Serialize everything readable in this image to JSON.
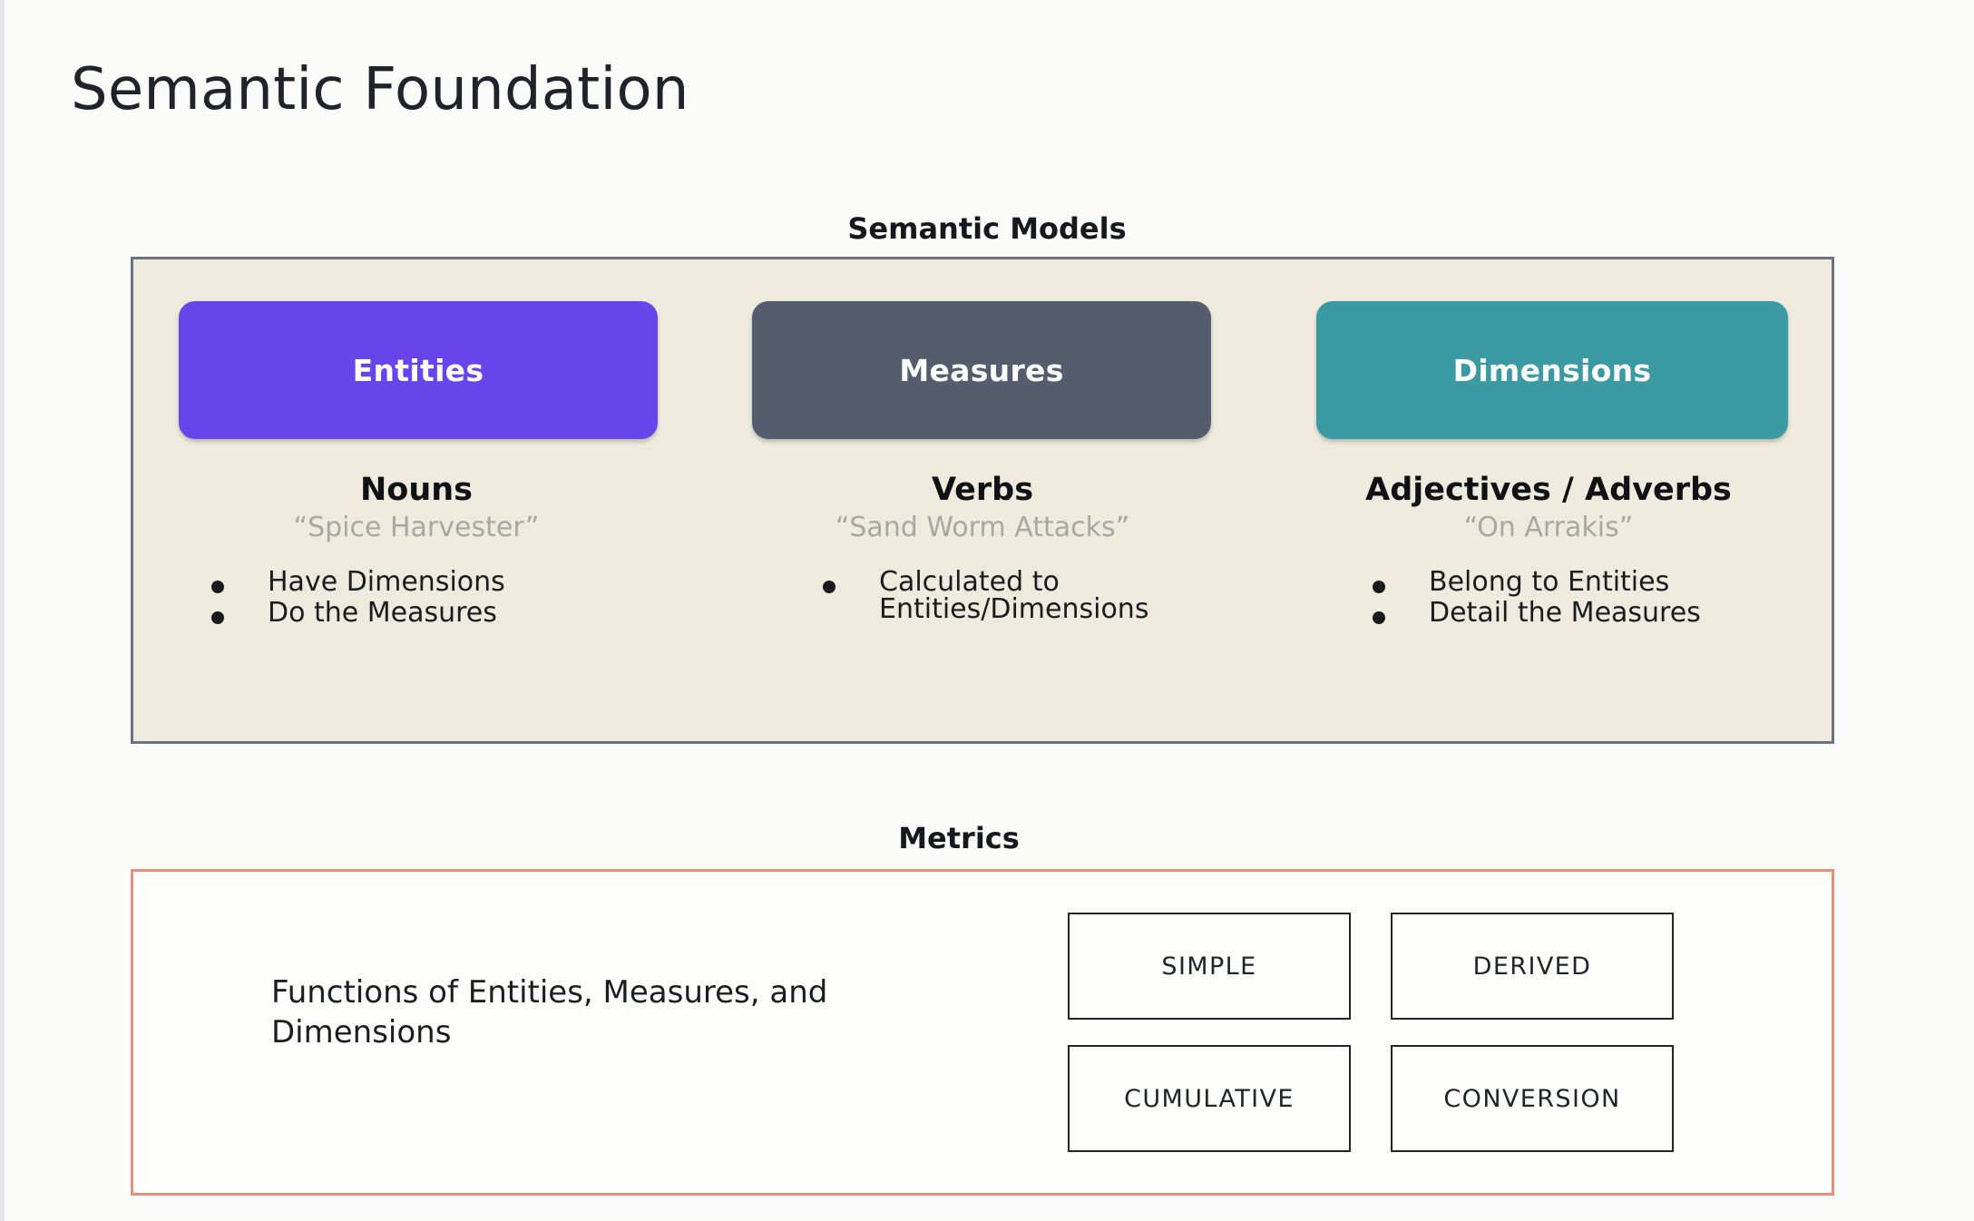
{
  "page": {
    "title": "Semantic Foundation",
    "background_color": "#fbfbfa"
  },
  "semantic_models": {
    "label": "Semantic Models",
    "panel_fill": "#eeebde",
    "panel_border": "#6c727f",
    "columns": [
      {
        "pill_label": "Entities",
        "pill_color": "#6646ea",
        "heading": "Nouns",
        "quote": "“Spice Harvester”",
        "bullets": [
          "Have Dimensions",
          "Do the Measures"
        ]
      },
      {
        "pill_label": "Measures",
        "pill_color": "#545c6d",
        "heading": "Verbs",
        "quote": "“Sand Worm Attacks”",
        "bullets": [
          "Calculated to Entities/Dimensions"
        ]
      },
      {
        "pill_label": "Dimensions",
        "pill_color": "#3b9aa2",
        "heading": "Adjectives / Adverbs",
        "quote": "“On Arrakis”",
        "bullets": [
          "Belong to Entities",
          "Detail the Measures"
        ]
      }
    ]
  },
  "metrics": {
    "label": "Metrics",
    "panel_border": "#e5907a",
    "description": "Functions of Entities, Measures, and Dimensions",
    "types": [
      "SIMPLE",
      "DERIVED",
      "CUMULATIVE",
      "CONVERSION"
    ]
  }
}
